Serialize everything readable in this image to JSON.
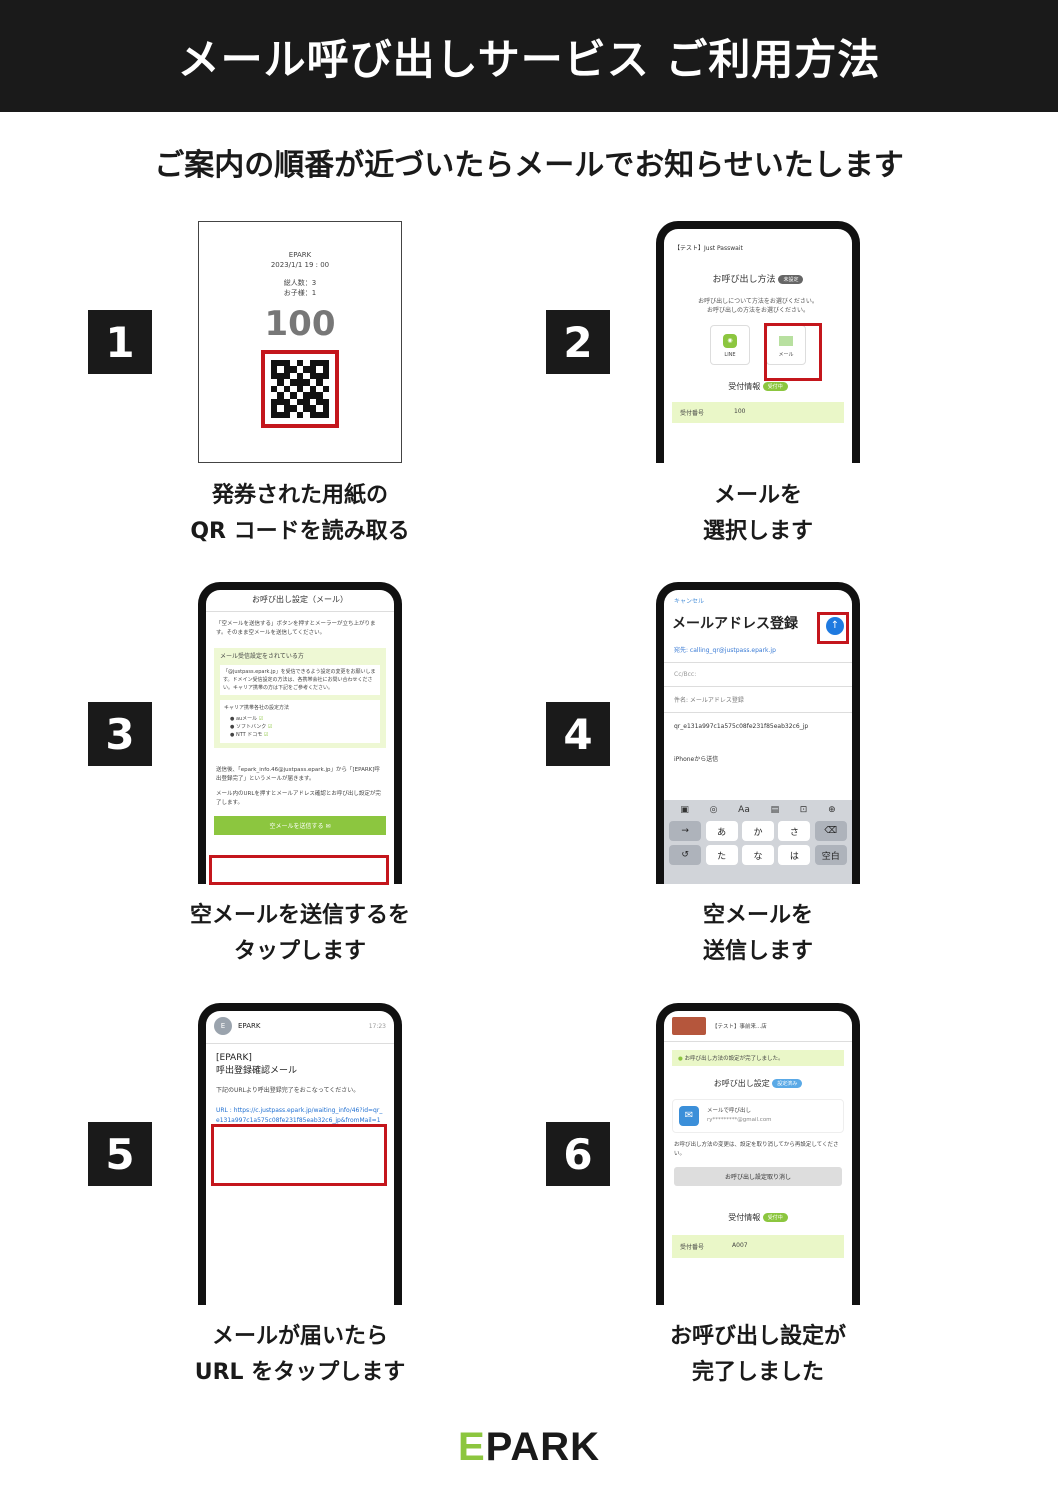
{
  "header": {
    "title": "メール呼び出しサービス ご利用方法"
  },
  "subtitle": "ご案内の順番が近づいたらメールでお知らせいたします",
  "steps": [
    {
      "num": "1",
      "caption_line1": "発券された用紙の",
      "caption_line2": "QR コードを読み取る"
    },
    {
      "num": "2",
      "caption_line1": "メールを",
      "caption_line2": "選択します"
    },
    {
      "num": "3",
      "caption_line1": "空メールを送信するを",
      "caption_line2": "タップします"
    },
    {
      "num": "4",
      "caption_line1": "空メールを",
      "caption_line2": "送信します"
    },
    {
      "num": "5",
      "caption_line1": "メールが届いたら",
      "caption_line2": "URL をタップします"
    },
    {
      "num": "6",
      "caption_line1": "お呼び出し設定が",
      "caption_line2": "完了しました"
    }
  ],
  "ticket": {
    "brand": "EPARK",
    "datetime": "2023/1/1 19 : 00",
    "adults": "総人数：3",
    "children": "お子様：1",
    "number": "100"
  },
  "screen2": {
    "top": "【テスト】Just Passwait",
    "title": "お呼び出し方法",
    "badge": "未設定",
    "desc1": "お呼び出しについて方法をお選びください。",
    "desc2": "お呼び出しの方法をお選びください。",
    "line_label": "LINE",
    "mail_label": "メール",
    "info_title": "受付情報",
    "info_badge": "受付中",
    "row_label": "受付番号",
    "row_value": "100"
  },
  "screen3": {
    "title": "お呼び出し設定（メール）",
    "intro": "「空メールを送信する」ボタンを押すとメーラーが立ち上がります。そのまま空メールを送信してください。",
    "box_title": "メール受信設定をされている方",
    "box_text": "「@justpass.epark.jp」を受信できるよう設定の変更をお願いします。ドメイン受信設定の方法は、各携帯会社にお問い合わせください。キャリア携帯の方は下記をご参考ください。",
    "carrier_title": "キャリア携帯各社の設定方法",
    "carriers": [
      "auメール",
      "ソフトバンク",
      "NTT ドコモ"
    ],
    "after1": "送信後、「epark_info.46@justpass.epark.jp」から「[EPARK]呼出登録完了」というメールが届きます。",
    "after2": "メール内のURLを押すとメールアドレス確認とお呼び出し設定が完了します。",
    "button": "空メールを送信する"
  },
  "screen4": {
    "cancel": "キャンセル",
    "title": "メールアドレス登録",
    "to": "宛先: calling_qr@justpass.epark.jp",
    "ccbcc": "Cc/Bcc:",
    "subject": "件名: メールアドレス登録",
    "body": "qr_e131a997c1a575c08fe231f85eab32c6_jp",
    "signature": "iPhoneから送信",
    "tools": [
      "▣",
      "◎",
      "Aa",
      "▤",
      "⊡",
      "⊕"
    ],
    "keys_row1": [
      "→",
      "あ",
      "か",
      "さ",
      "⌫"
    ],
    "keys_row2": [
      "↺",
      "た",
      "な",
      "は",
      "空白"
    ]
  },
  "screen5": {
    "sender": "EPARK",
    "time": "17:23",
    "subject1": "[EPARK]",
    "subject2": "呼出登録確認メール",
    "body": "下記のURLより呼出登録完了をおこなってください。",
    "url": "URL : https://c.justpass.epark.jp/waiting_info/46?id=qr_e131a997c1a575c08fe231f85eab32c6_jp&fromMail=1"
  },
  "screen6": {
    "top": "【テスト】事前来...店",
    "notice": "お呼び出し方法の設定が完了しました。",
    "title": "お呼び出し設定",
    "badge": "設定済み",
    "mail_title": "メールで呼び出し",
    "mail_addr": "ry*********@gmail.com",
    "note": "お呼び出し方法の変更は、設定を取り消してから再設定してください。",
    "cancel_btn": "お呼び出し設定取り消し",
    "info_title": "受付情報",
    "info_badge": "受付中",
    "row_label": "受付番号",
    "row_value": "A007"
  },
  "logo": {
    "e": "E",
    "rest": "PARK"
  },
  "colors": {
    "accent_green": "#8cc63f",
    "highlight_red": "#c4161c",
    "header_bg": "#1a1a1a"
  }
}
